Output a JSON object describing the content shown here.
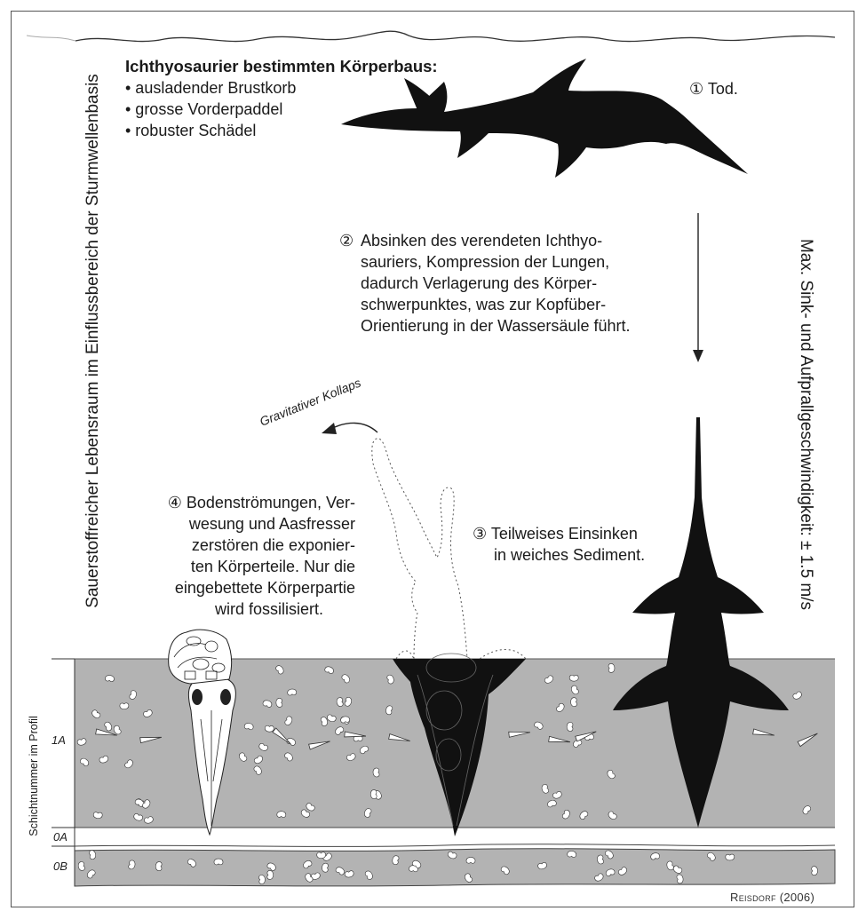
{
  "traits": {
    "title": "Ichthyosaurier bestimmten Körperbaus:",
    "items": [
      "• ausladender Brustkorb",
      "• grosse Vorderpaddel",
      "• robuster Schädel"
    ]
  },
  "steps": [
    {
      "marker": "①",
      "text": "Tod."
    },
    {
      "marker": "②",
      "lines": [
        "Absinken des verendeten Ichthyo-",
        "sauriers, Kompression der Lungen,",
        "dadurch Verlagerung des Körper-",
        "schwerpunktes, was zur Kopfüber-",
        "Orientierung in der Wassersäule führt."
      ]
    },
    {
      "marker": "③",
      "lines": [
        "Teilweises Einsinken",
        "in weiches Sediment."
      ]
    },
    {
      "marker": "④",
      "lines": [
        "Bodenströmungen, Ver-",
        "wesung und Aasfresser",
        "zerstören die exponier-",
        "ten Körperteile. Nur die",
        "eingebettete Körperpartie",
        "wird fossilisiert."
      ]
    }
  ],
  "left_label": "Sauerstoffreicher Lebensraum im Einflussbereich der Sturmwellenbasis",
  "right_label": "Max. Sink- und Aufprallgeschwindigkeit: ± 1.5 m/s",
  "collapse_label": "Gravitativer Kollaps",
  "profile": {
    "axis_label": "Schichtnummer im Profil",
    "layers": [
      "1A",
      "0A",
      "0B"
    ]
  },
  "credit": "Reisdorf (2006)",
  "colors": {
    "sediment": "#b3b3b3",
    "silhouette": "#111111",
    "line": "#222222"
  }
}
